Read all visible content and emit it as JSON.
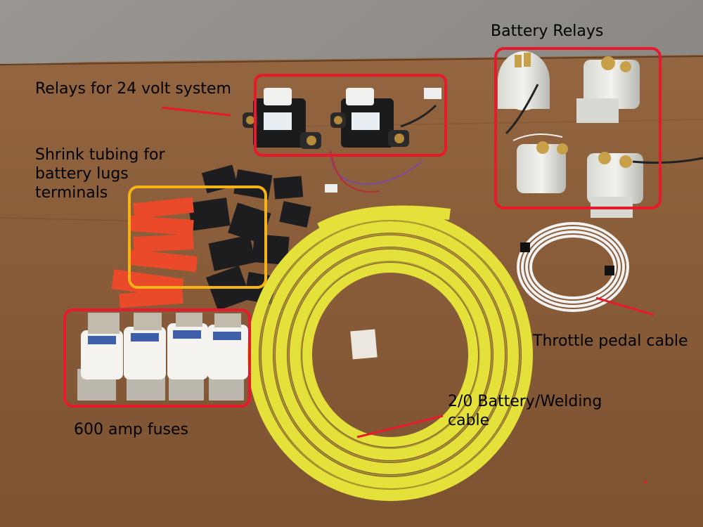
{
  "labels": {
    "battery_relays": "Battery Relays",
    "relays_24v": "Relays for 24 volt system",
    "shrink_tubing": [
      "Shrink tubing for",
      "battery lugs",
      "terminals"
    ],
    "throttle_cable": "Throttle pedal cable",
    "welding_cable": [
      "2/0 Battery/Welding",
      "cable"
    ],
    "fuses": "600 amp fuses"
  },
  "colors": {
    "highlight_box_red": "#e8192c",
    "highlight_box_yellow": "#f5b315",
    "cable_yellow": "#e8e43a",
    "cardboard": "#8b5d38",
    "concrete": "#8d8985"
  }
}
